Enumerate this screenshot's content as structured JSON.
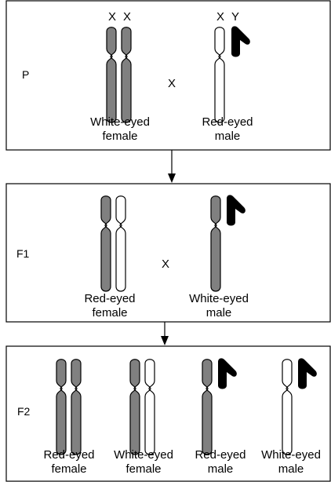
{
  "colors": {
    "x_gray": "#808080",
    "x_white": "#ffffff",
    "y_black": "#000000",
    "outline": "#000000"
  },
  "panels": {
    "p": {
      "generation": "P",
      "cross_symbol": "X",
      "top_labels": [
        "X",
        "X",
        "X",
        "Y"
      ],
      "left_label": [
        "White-eyed",
        "female"
      ],
      "right_label": [
        "Red-eyed",
        "male"
      ]
    },
    "f1": {
      "generation": "F1",
      "cross_symbol": "X",
      "left_label": [
        "Red-eyed",
        "female"
      ],
      "right_label": [
        "White-eyed",
        "male"
      ]
    },
    "f2": {
      "generation": "F2",
      "labels": [
        [
          "Red-eyed",
          "female"
        ],
        [
          "White-eyed",
          "female"
        ],
        [
          "Red-eyed",
          "male"
        ],
        [
          "White-eyed",
          "male"
        ]
      ]
    }
  }
}
